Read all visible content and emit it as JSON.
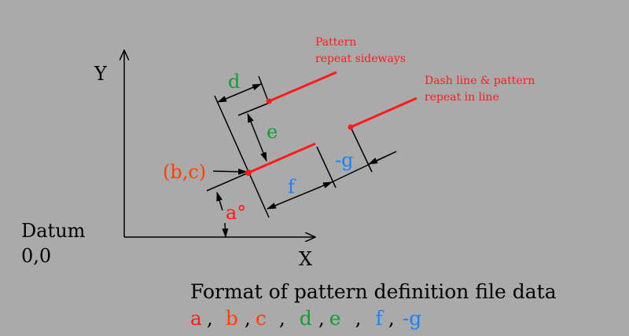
{
  "axes": {
    "y_label": "Y",
    "x_label": "X"
  },
  "datum": {
    "label": "Datum",
    "coords": "0,0"
  },
  "labels": {
    "bc": "(b,c)",
    "a": "a°",
    "d": "d",
    "e": "e",
    "f": "f",
    "g": "-g"
  },
  "notes": {
    "sideways_1": "Pattern",
    "sideways_2": "repeat sideways",
    "inline_1": "Dash line & pattern",
    "inline_2": "repeat in line"
  },
  "format": {
    "title": "Format of pattern definition file data",
    "fields": [
      "a",
      ",",
      "b",
      ",",
      "c",
      ",",
      "d",
      ",",
      "e",
      ",",
      "f",
      ",",
      "-g"
    ]
  },
  "colors": {
    "background": "#aaaaaa",
    "red": "#ff1a1a",
    "orange": "#ff4000",
    "green": "#10a030",
    "blue": "#1a80ff",
    "line": "#000000"
  }
}
